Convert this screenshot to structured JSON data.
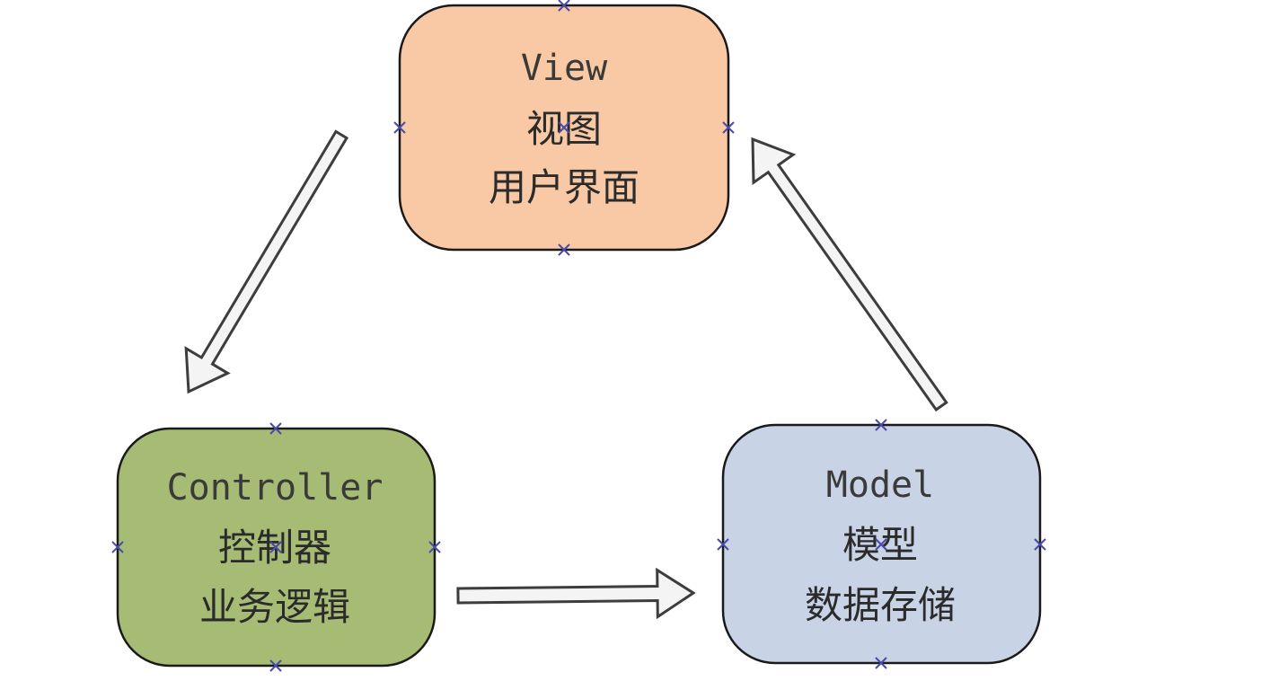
{
  "diagram": {
    "view": {
      "line1": "View",
      "line2": "视图",
      "line3": "用户界面",
      "fill": "#f8c9a4"
    },
    "controller": {
      "line1": "Controller",
      "line2": "控制器",
      "line3": "业务逻辑",
      "fill": "#a6bb74"
    },
    "model": {
      "line1": "Model",
      "line2": "模型",
      "line3": "数据存储",
      "fill": "#c8d3e6"
    },
    "arrow_fill": "#f4f4f4",
    "handle_color": "#4a4aa8"
  }
}
